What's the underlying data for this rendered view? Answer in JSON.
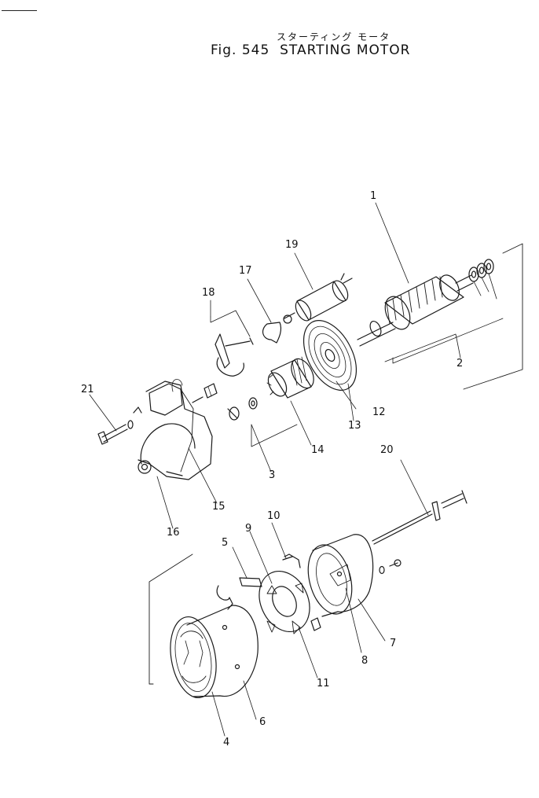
{
  "header": {
    "japanese_title": "スターティング モータ",
    "figure_title": "Fig. 545  STARTING MOTOR"
  },
  "callouts": [
    "1",
    "2",
    "3",
    "4",
    "5",
    "6",
    "7",
    "8",
    "9",
    "10",
    "11",
    "12",
    "13",
    "14",
    "15",
    "16",
    "17",
    "18",
    "19",
    "20",
    "21"
  ]
}
